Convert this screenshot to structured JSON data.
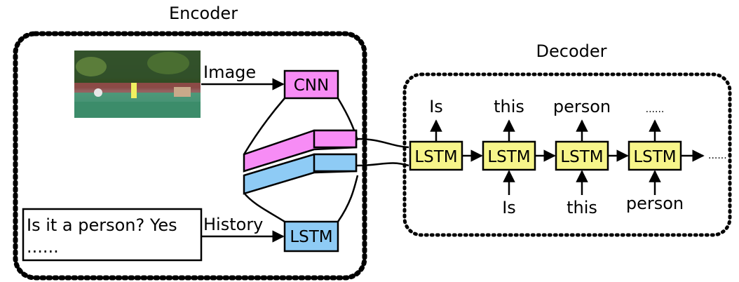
{
  "encoder": {
    "title": "Encoder",
    "image_label": "Image",
    "history_label": "History",
    "cnn_label": "CNN",
    "lstm_label": "LSTM",
    "history_text_line1": "Is it a person? Yes",
    "history_text_line2": "......"
  },
  "decoder": {
    "title": "Decoder",
    "cells": [
      {
        "label": "LSTM",
        "output": "Is",
        "input": ""
      },
      {
        "label": "LSTM",
        "output": "this",
        "input": "Is"
      },
      {
        "label": "LSTM",
        "output": "person",
        "input": "this"
      },
      {
        "label": "LSTM",
        "output": "......",
        "input": "person"
      }
    ],
    "trailing": "......"
  },
  "colors": {
    "cnn": "#f78cf5",
    "lstm_encoder": "#8ecbf5",
    "lstm_decoder": "#f7f58a",
    "stroke": "#000000"
  }
}
